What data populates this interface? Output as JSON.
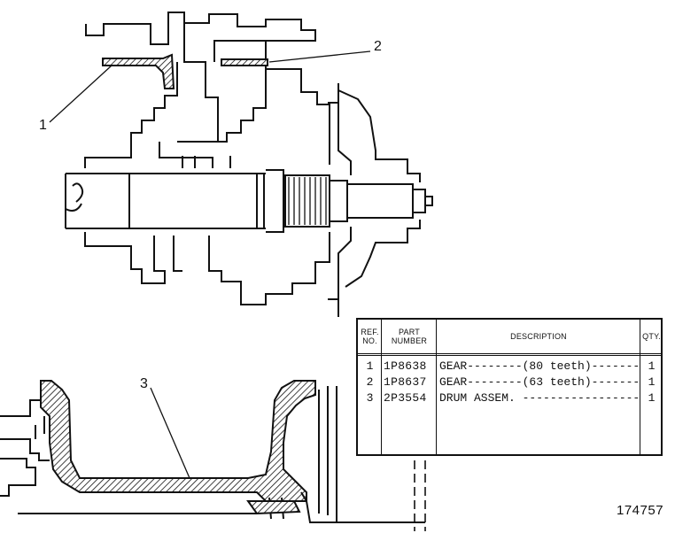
{
  "callouts": [
    "1",
    "2",
    "3"
  ],
  "parts_table": {
    "headers": {
      "ref_line1": "REF.",
      "ref_line2": "NO.",
      "part_line1": "PART",
      "part_line2": "NUMBER",
      "description": "DESCRIPTION",
      "qty": "QTY."
    },
    "rows": [
      {
        "ref": "1",
        "part": "1P8638",
        "description": "GEAR--------(80 teeth)----------------",
        "qty": "1"
      },
      {
        "ref": "2",
        "part": "1P8637",
        "description": "GEAR--------(63 teeth)----------------",
        "qty": "1"
      },
      {
        "ref": "3",
        "part": "2P3554",
        "description": "DRUM ASSEM. ---------------------------",
        "qty": "1"
      }
    ]
  },
  "drawing_number": "174757"
}
